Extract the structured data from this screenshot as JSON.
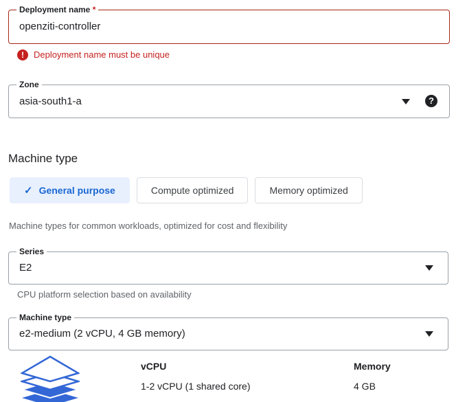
{
  "colors": {
    "error": "#c5221f",
    "error_border": "#a52714",
    "accent": "#1967d2",
    "accent_bg": "#e8f0fe",
    "text": "#202124",
    "muted": "#5f6368",
    "border": "#9aa0a6"
  },
  "deployment_name": {
    "label": "Deployment name",
    "required_marker": "*",
    "value": "openziti-controller",
    "error_icon": "error-exclamation-icon",
    "error_message": "Deployment name must be unique"
  },
  "zone": {
    "label": "Zone",
    "value": "asia-south1-a",
    "caret_icon": "chevron-down-icon",
    "help_icon": "help-question-icon",
    "help_glyph": "?"
  },
  "machine_type_section": {
    "title": "Machine type",
    "tabs": [
      {
        "label": "General purpose",
        "selected": true,
        "check_glyph": "✓"
      },
      {
        "label": "Compute optimized",
        "selected": false,
        "check_glyph": ""
      },
      {
        "label": "Memory optimized",
        "selected": false,
        "check_glyph": ""
      }
    ],
    "tabs_helper": "Machine types for common workloads, optimized for cost and flexibility"
  },
  "series": {
    "label": "Series",
    "value": "E2",
    "caret_icon": "chevron-down-icon",
    "helper": "CPU platform selection based on availability"
  },
  "machine_type": {
    "label": "Machine type",
    "value": "e2-medium (2 vCPU, 4 GB memory)",
    "caret_icon": "chevron-down-icon"
  },
  "specs": {
    "icon": "stacked-layers-icon",
    "columns": [
      {
        "header": "vCPU",
        "value": "1-2 vCPU (1 shared core)"
      },
      {
        "header": "Memory",
        "value": "4 GB"
      }
    ]
  }
}
